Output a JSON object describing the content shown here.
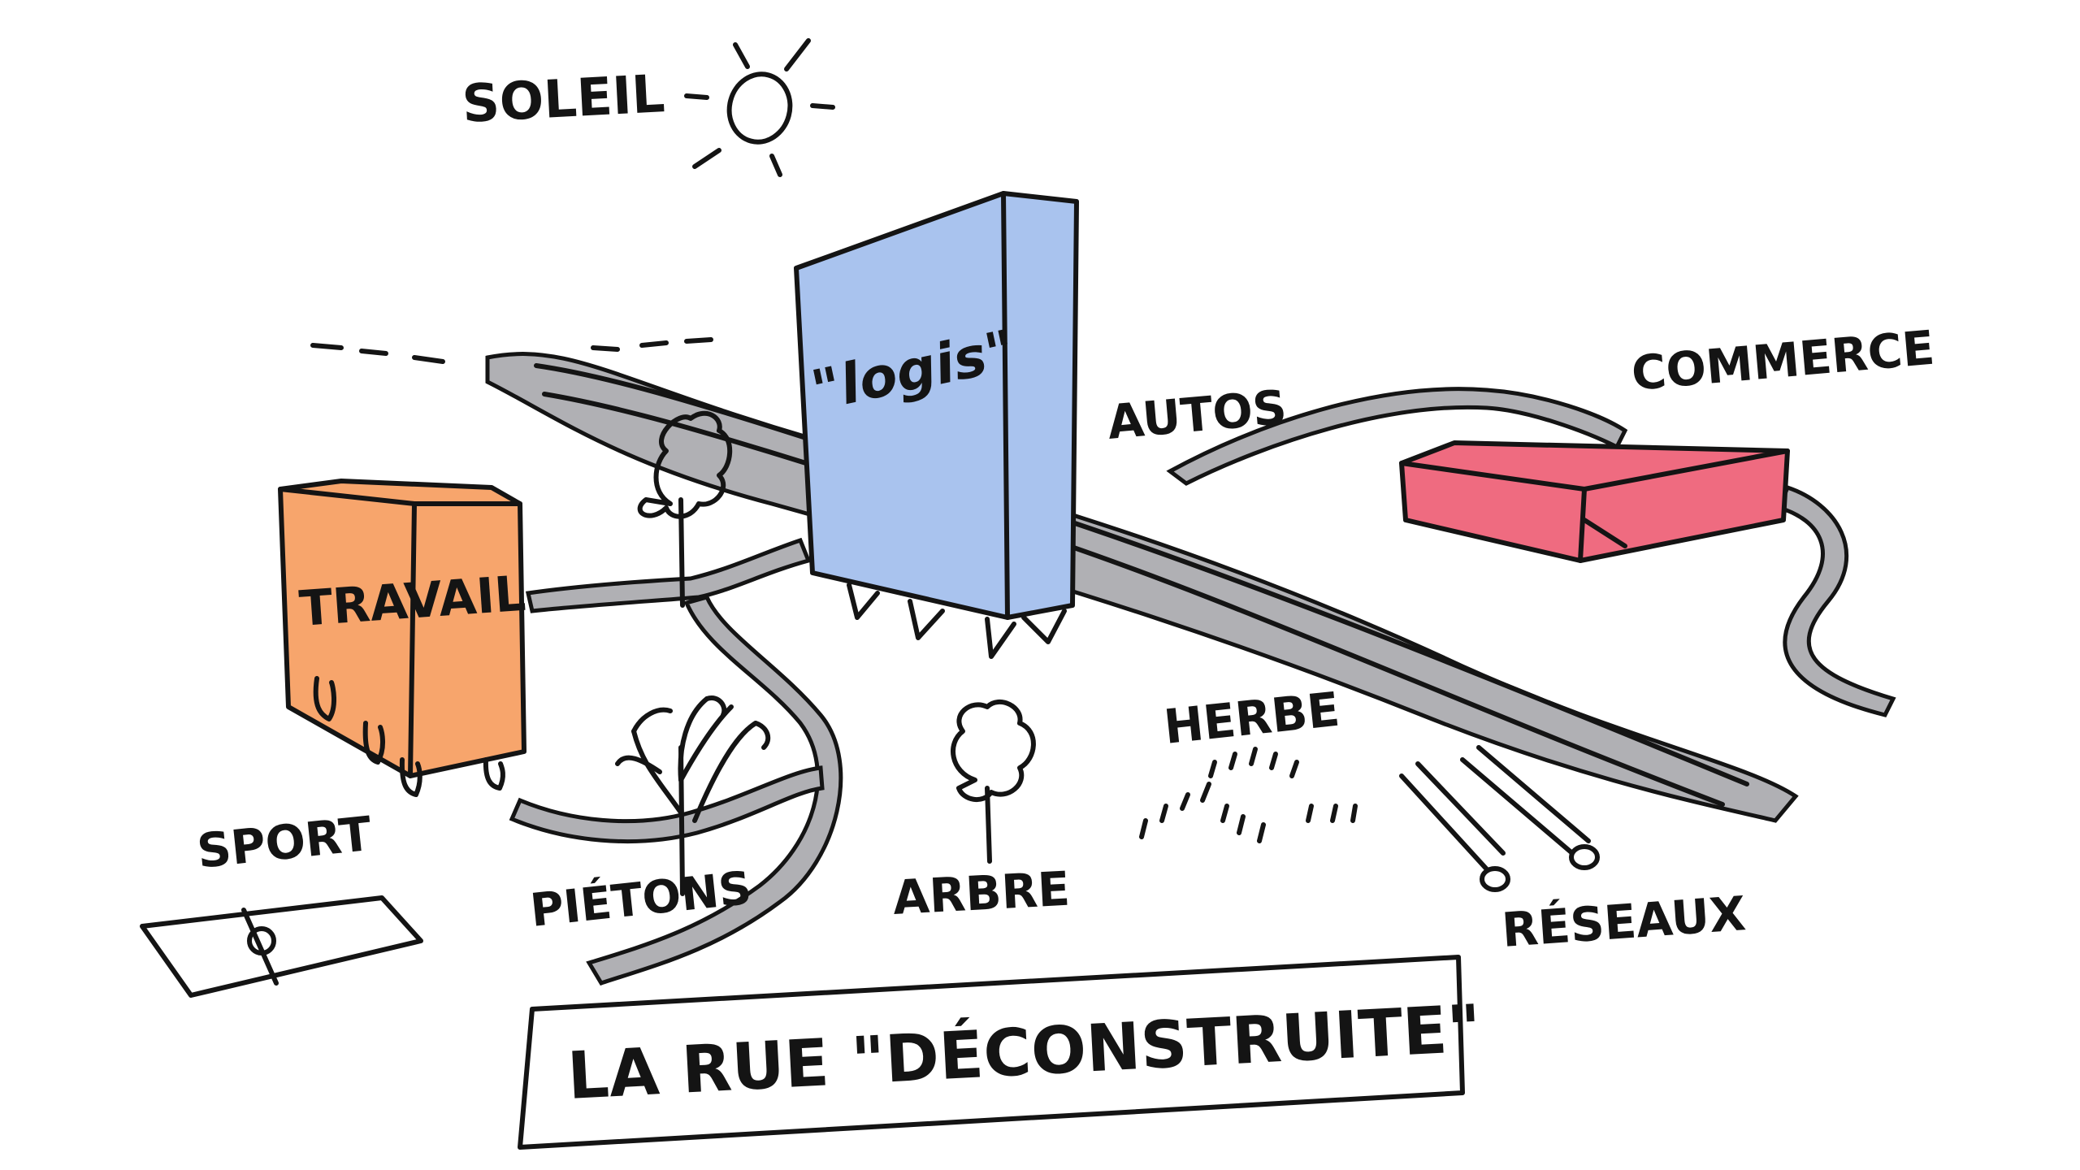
{
  "labels": {
    "soleil": "SOLEIL",
    "logis": "\"logis\"",
    "autos": "AUTOS",
    "commerce": "COMMERCE",
    "travail": "TRAVAIL",
    "herbe": "HERBE",
    "sport": "SPORT",
    "pietons": "PIÉTONS",
    "arbre": "ARBRE",
    "reseaux": "RÉSEAUX"
  },
  "caption": "LA RUE \"DÉCONSTRUITE\"",
  "colors": {
    "sun": "#f3c66a",
    "logis": "#a9c3ee",
    "travail": "#f7a56c",
    "commerce": "#ef6b80",
    "sport": "#f8d77a",
    "tree": "#6dc25a",
    "road": "#b0b0b4",
    "ink": "#141414"
  }
}
